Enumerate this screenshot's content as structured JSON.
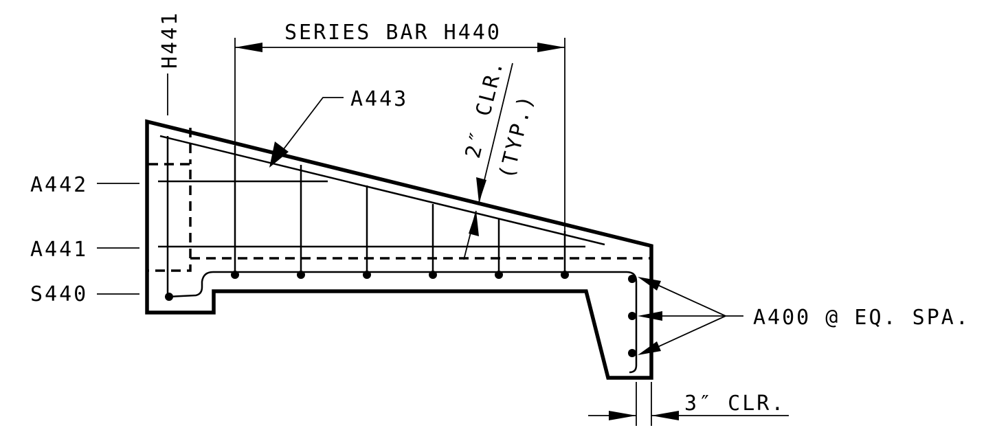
{
  "labels": {
    "series_bar": "SERIES BAR H440",
    "h441": "H441",
    "a443": "A443",
    "a442": "A442",
    "a441": "A441",
    "s440": "S440",
    "clr_2in": "2″ CLR.",
    "typ": "(TYP.)",
    "a400": "A400 @ EQ. SPA.",
    "clr_3in": "3″ CLR."
  },
  "colors": {
    "ink": "#000000",
    "background": "#ffffff"
  }
}
